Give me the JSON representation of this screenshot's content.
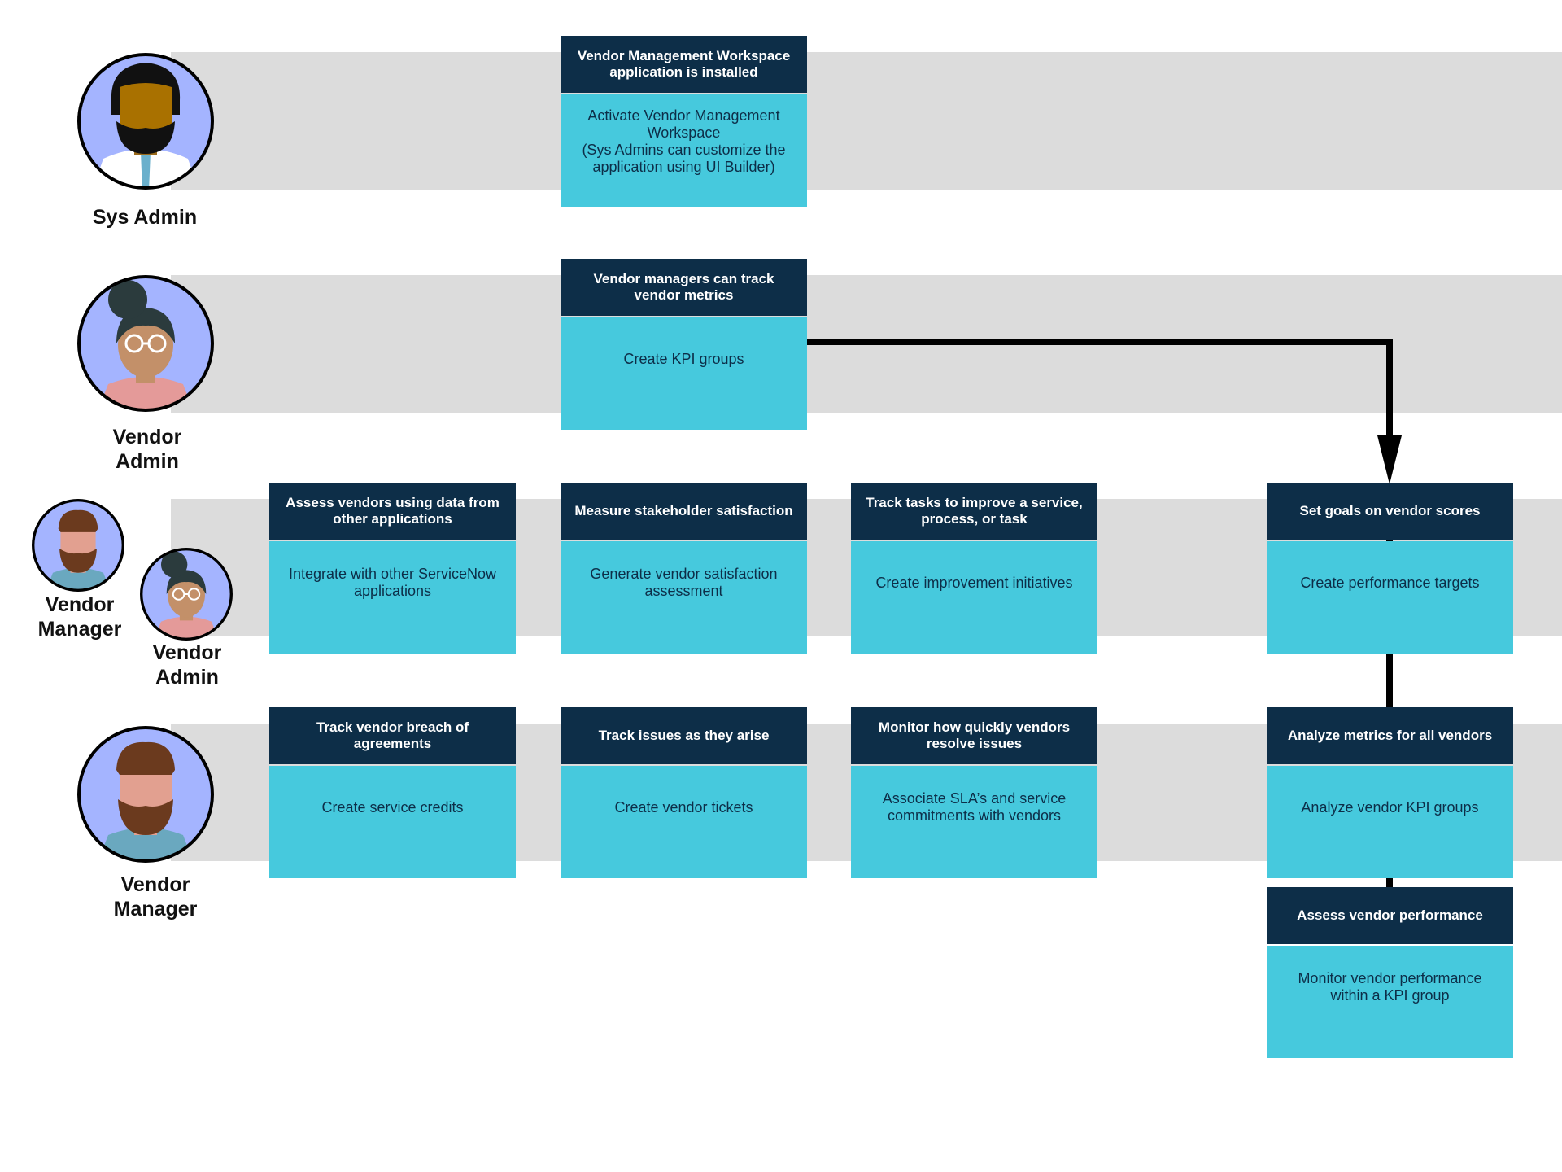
{
  "actors": {
    "sys_admin": "Sys Admin",
    "vendor_admin": "Vendor\nAdmin",
    "vendor_manager": "Vendor\nManager"
  },
  "colors": {
    "card_header": "#0d2e48",
    "card_body": "#46c9dd",
    "lane": "#dcdcdc",
    "avatar_bg": "#a4b4ff",
    "connector": "#000000"
  },
  "cards": {
    "install": {
      "title": "Vendor Management Workspace application is installed",
      "body": "Activate Vendor Management Workspace\n(Sys Admins can customize the application using UI Builder)"
    },
    "track_metrics": {
      "title": "Vendor managers can track vendor metrics",
      "body": "Create KPI groups"
    },
    "assess_data": {
      "title": "Assess vendors using data from other applications",
      "body": "Integrate with other ServiceNow applications"
    },
    "stakeholder": {
      "title": "Measure stakeholder satisfaction",
      "body": "Generate vendor satisfaction assessment"
    },
    "improve": {
      "title": "Track tasks to improve a service, process, or task",
      "body": "Create improvement initiatives"
    },
    "goals": {
      "title": "Set goals on vendor scores",
      "body": "Create performance targets"
    },
    "breach": {
      "title": "Track vendor breach of agreements",
      "body": "Create service credits"
    },
    "issues": {
      "title": "Track issues as they arise",
      "body": "Create vendor tickets"
    },
    "sla": {
      "title": "Monitor how quickly vendors resolve issues",
      "body": "Associate SLA’s and service commitments with vendors"
    },
    "analyze": {
      "title": "Analyze metrics for all vendors",
      "body": "Analyze vendor KPI groups"
    },
    "assess_perf": {
      "title": "Assess vendor performance",
      "body": "Monitor vendor performance within a KPI group"
    }
  }
}
